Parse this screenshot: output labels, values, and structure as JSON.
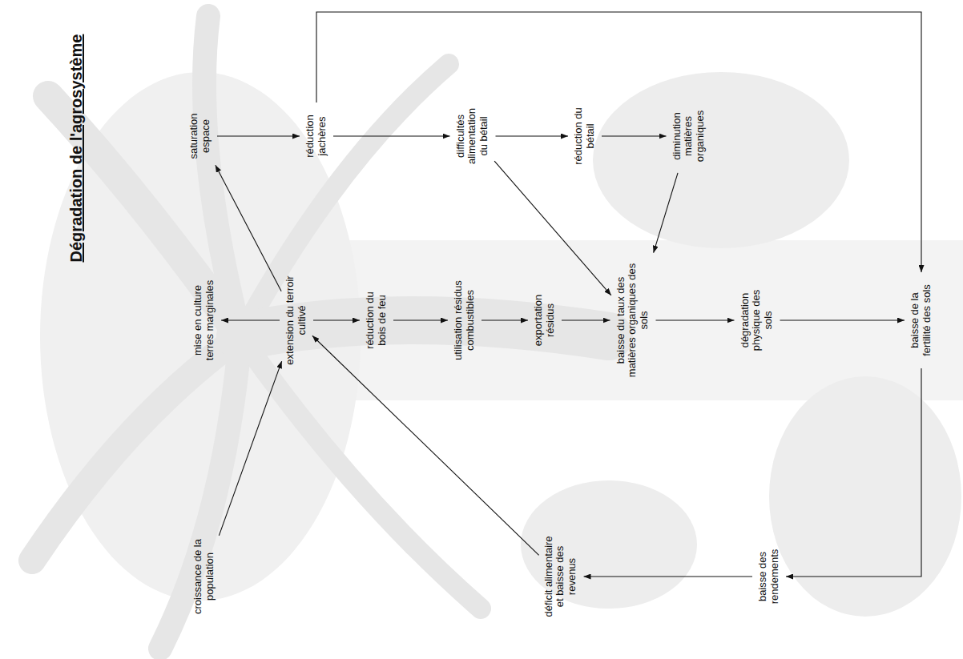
{
  "diagram": {
    "title": "Dégradation de l'agrosystème",
    "nodes": [
      {
        "text": [
          "croissance de la population"
        ]
      },
      {
        "text": [
          "mise en culture terres marginales"
        ]
      },
      {
        "text": [
          "extension du terroir cultivé"
        ]
      },
      {
        "text": [
          "saturation espace"
        ]
      },
      {
        "text": [
          "réduction jachères"
        ]
      },
      {
        "text": [
          "réduction du bois de feu"
        ]
      },
      {
        "text": [
          "utilisation résidus combustibles"
        ]
      },
      {
        "text": [
          "exportation résidus"
        ]
      },
      {
        "text": [
          "difficultés alimentation du bétail"
        ]
      },
      {
        "text": [
          "réduction du bétail"
        ]
      },
      {
        "text": [
          "diminution matières organiques"
        ]
      },
      {
        "text": [
          "baisse du taux des matières organiques des sols"
        ]
      },
      {
        "text": [
          "dégradation physique des sols"
        ]
      },
      {
        "text": [
          "baisse de la fertilité des sols"
        ]
      },
      {
        "text": [
          "baisse des rendements"
        ]
      },
      {
        "text": [
          "déficit alimentaire et baisse des revenus"
        ]
      }
    ],
    "edges": [
      {
        "from": 0,
        "to": 2,
        "arrow": "to"
      },
      {
        "from": 2,
        "to": 1,
        "arrow": "to"
      },
      {
        "from": 2,
        "to": 3,
        "arrow": "to"
      },
      {
        "from": 2,
        "to": 5,
        "arrow": "to"
      },
      {
        "from": 3,
        "to": 4,
        "arrow": "to"
      },
      {
        "from": 4,
        "to": 8,
        "arrow": "to"
      },
      {
        "from": 4,
        "to": 13,
        "arrow": "to"
      },
      {
        "from": 8,
        "to": 9,
        "arrow": "to"
      },
      {
        "from": 8,
        "to": 11,
        "arrow": "to"
      },
      {
        "from": 9,
        "to": 10,
        "arrow": "to"
      },
      {
        "from": 10,
        "to": 11,
        "arrow": "to"
      },
      {
        "from": 5,
        "to": 6,
        "arrow": "to"
      },
      {
        "from": 6,
        "to": 7,
        "arrow": "to"
      },
      {
        "from": 7,
        "to": 11,
        "arrow": "to"
      },
      {
        "from": 11,
        "to": 12,
        "arrow": "to"
      },
      {
        "from": 12,
        "to": 13,
        "arrow": "to"
      },
      {
        "from": 13,
        "to": 14,
        "arrow": "to"
      },
      {
        "from": 14,
        "to": 15,
        "arrow": "to"
      },
      {
        "from": 15,
        "to": 2,
        "arrow": "to"
      }
    ]
  }
}
